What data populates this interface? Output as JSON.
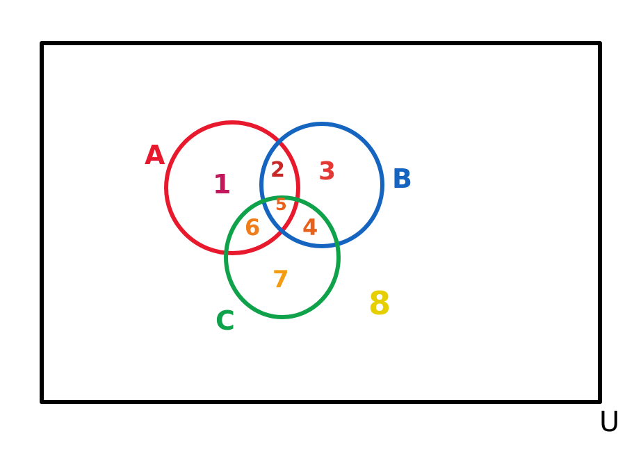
{
  "universe": {
    "label": "U",
    "border_color": "#000000"
  },
  "sets": [
    {
      "id": "A",
      "label": "A",
      "color": "#e8192c"
    },
    {
      "id": "B",
      "label": "B",
      "color": "#1565c0"
    },
    {
      "id": "C",
      "label": "C",
      "color": "#0fa24a"
    }
  ],
  "regions": [
    {
      "id": "region-1",
      "label": "1",
      "color": "#c2185b",
      "members": [
        "A"
      ]
    },
    {
      "id": "region-2",
      "label": "2",
      "color": "#c62828",
      "members": [
        "A",
        "B"
      ]
    },
    {
      "id": "region-3",
      "label": "3",
      "color": "#e53935",
      "members": [
        "B"
      ]
    },
    {
      "id": "region-4",
      "label": "4",
      "color": "#e8611a",
      "members": [
        "B",
        "C"
      ]
    },
    {
      "id": "region-5",
      "label": "5",
      "color": "#e8611a",
      "members": [
        "A",
        "B",
        "C"
      ]
    },
    {
      "id": "region-6",
      "label": "6",
      "color": "#ef7d1a",
      "members": [
        "A",
        "C"
      ]
    },
    {
      "id": "region-7",
      "label": "7",
      "color": "#f39c12",
      "members": [
        "C"
      ]
    },
    {
      "id": "region-8",
      "label": "8",
      "color": "#e6cf00",
      "members": []
    }
  ]
}
